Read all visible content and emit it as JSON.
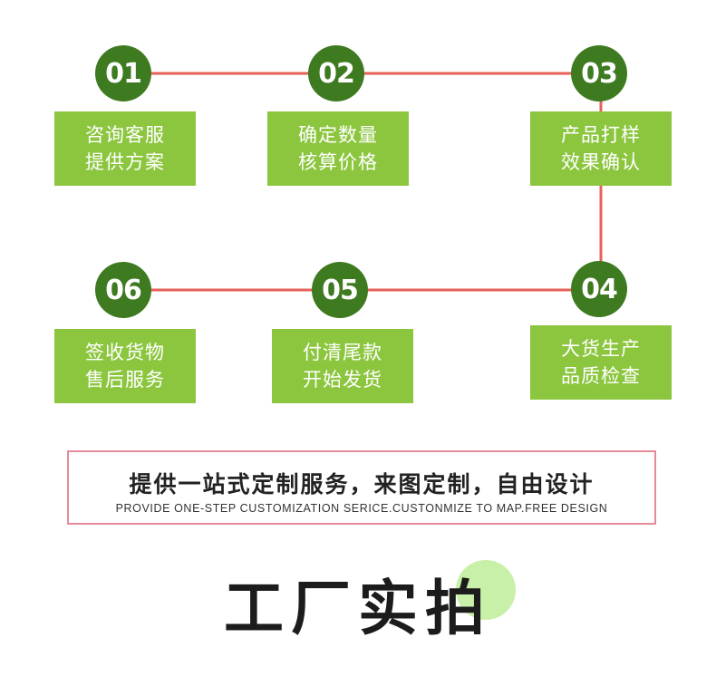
{
  "colors": {
    "circle": "#3e7a1f",
    "box": "#8cc63f",
    "line": "#e8605a",
    "slogan_border": "#e58a98",
    "accent_dot": "#c8f0a8"
  },
  "steps": [
    {
      "number": "01",
      "line1": "咨询客服",
      "line2": "提供方案"
    },
    {
      "number": "02",
      "line1": "确定数量",
      "line2": "核算价格"
    },
    {
      "number": "03",
      "line1": "产品打样",
      "line2": "效果确认"
    },
    {
      "number": "04",
      "line1": "大货生产",
      "line2": "品质检查"
    },
    {
      "number": "05",
      "line1": "付清尾款",
      "line2": "开始发货"
    },
    {
      "number": "06",
      "line1": "签收货物",
      "line2": "售后服务"
    }
  ],
  "slogan": {
    "cn": "提供一站式定制服务，来图定制，自由设计",
    "en": "PROVIDE ONE-STEP CUSTOMIZATION SERICE.CUSTONMIZE TO MAP.FREE DESIGN"
  },
  "section_title": "工厂实拍"
}
